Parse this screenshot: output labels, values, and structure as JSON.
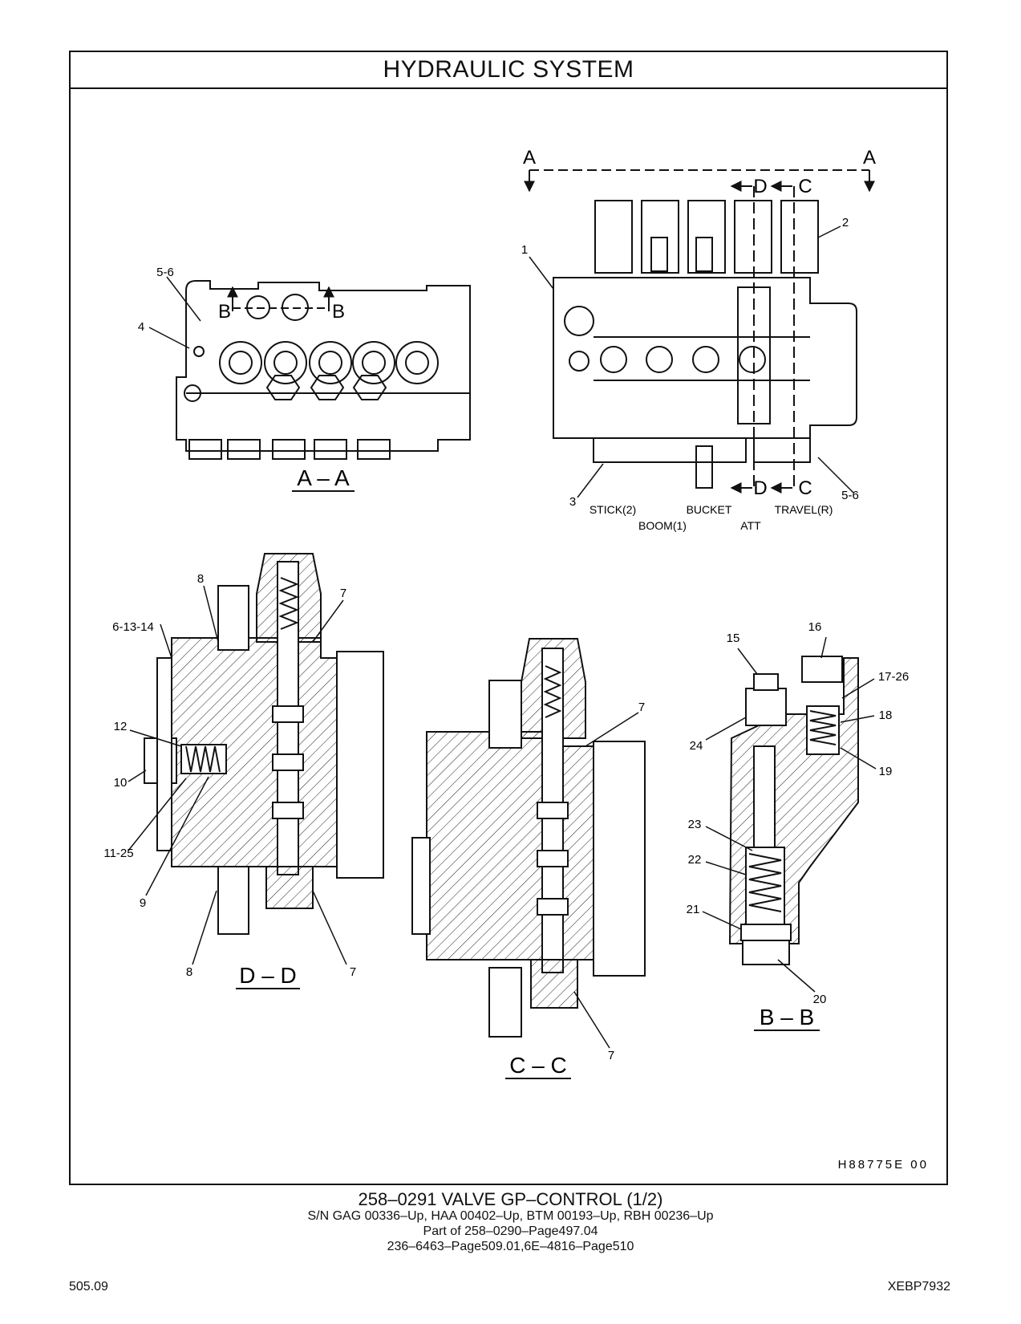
{
  "header": {
    "title": "HYDRAULIC   SYSTEM"
  },
  "views": {
    "aa": {
      "title": "A – A"
    },
    "dd": {
      "title": "D – D"
    },
    "cc": {
      "title": "C – C"
    },
    "bb": {
      "title": "B – B"
    }
  },
  "section_markers": {
    "a": "A",
    "b": "B",
    "c": "C",
    "d": "D"
  },
  "callouts": {
    "c1": "1",
    "c2": "2",
    "c3": "3",
    "c4": "4",
    "c5_6": "5-6",
    "c6_13_14": "6-13-14",
    "c7": "7",
    "c8": "8",
    "c9": "9",
    "c10": "10",
    "c11_25": "11-25",
    "c12": "12",
    "c15": "15",
    "c16": "16",
    "c17_26": "17-26",
    "c18": "18",
    "c19": "19",
    "c20": "20",
    "c21": "21",
    "c22": "22",
    "c23": "23",
    "c24": "24"
  },
  "spool_labels": {
    "stick": "STICK(2)",
    "boom": "BOOM(1)",
    "bucket": "BUCKET",
    "att": "ATT",
    "travel": "TRAVEL(R)"
  },
  "drawing_id": "H88775E    00",
  "caption": {
    "main": "258–0291   VALVE  GP–CONTROL (1/2)",
    "serials": "S/N GAG 00336–Up, HAA 00402–Up, BTM 00193–Up, RBH 00236–Up",
    "part_of": "Part of 258–0290–Page497.04",
    "refs": "236–6463–Page509.01,6E–4816–Page510"
  },
  "footer": {
    "page": "505.09",
    "doc_id": "XEBP7932"
  }
}
